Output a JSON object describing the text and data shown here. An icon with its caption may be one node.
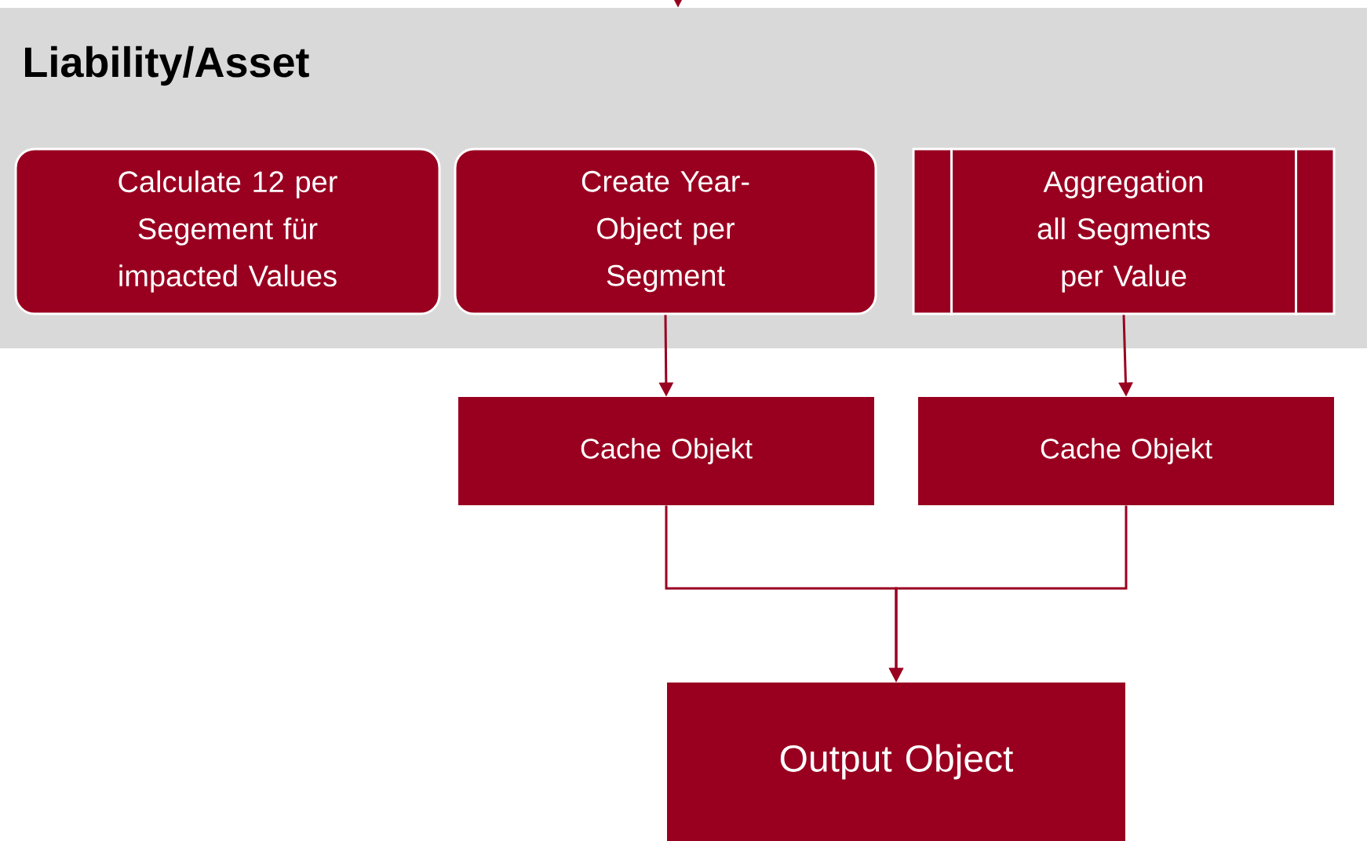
{
  "diagram": {
    "nodes": [
      {
        "text": [
          "Liability/Asset"
        ]
      },
      {
        "text": [
          "Calculate 12 per Segement für impacted Values"
        ],
        "in": 0
      },
      {
        "text": [
          "Create Year-Object per Segment"
        ],
        "in": 0
      },
      {
        "text": [
          "Aggregation all Segments per Value"
        ],
        "in": 0
      },
      {
        "text": [
          "Cache Objekt"
        ]
      },
      {
        "text": [
          "Cache Objekt"
        ]
      },
      {
        "text": [
          "Output Object"
        ]
      }
    ],
    "edges": [
      {
        "from": null,
        "to": 0,
        "arrow": "to"
      },
      {
        "from": 2,
        "to": 4,
        "arrow": "to"
      },
      {
        "from": 3,
        "to": 5,
        "arrow": "to"
      },
      {
        "from": 4,
        "to": 6,
        "arrow": "to"
      },
      {
        "from": 5,
        "to": 6,
        "arrow": "to"
      }
    ]
  }
}
